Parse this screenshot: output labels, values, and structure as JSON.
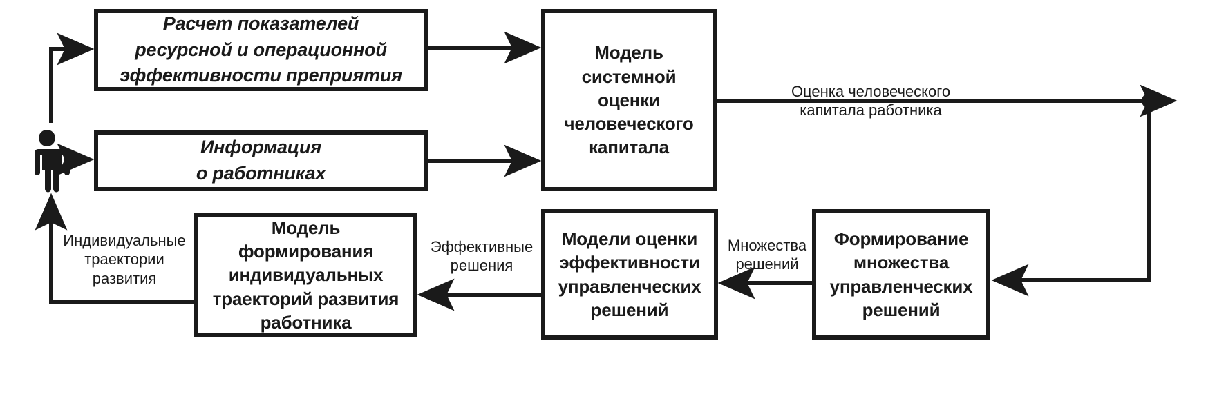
{
  "diagram": {
    "title": "Схема системной оценки человеческого капитала",
    "colors": {
      "stroke": "#1a1a1a",
      "fill": "#ffffff",
      "background": "#ffffff"
    },
    "nodes": [
      {
        "id": "calc-indicators",
        "label": "Расчет показателей\nресурсной и операционной\nэффективности преприятия",
        "style": "bold-italic"
      },
      {
        "id": "worker-info",
        "label": "Информация\nо работниках",
        "style": "bold-italic"
      },
      {
        "id": "system-assessment-model",
        "label": "Модель\nсистемной\nоценки\nчеловеческого\nкапитала",
        "style": "bold-upright"
      },
      {
        "id": "trajectory-model",
        "label": "Модель\nформирования\nиндивидуальных\nтраекторий развития\nработника",
        "style": "bold-upright"
      },
      {
        "id": "decision-efficiency-models",
        "label": "Модели оценки\nэффективности\nуправленческих\nрешений",
        "style": "bold-upright"
      },
      {
        "id": "decision-set-formation",
        "label": "Формирование\nмножества\nуправленческих\nрешений",
        "style": "bold-upright"
      }
    ],
    "edge_labels": [
      {
        "id": "human-capital-assessment",
        "text": "Оценка человеческого\nкапитала работника"
      },
      {
        "id": "decision-sets",
        "text": "Множества\nрешений"
      },
      {
        "id": "effective-decisions",
        "text": "Эффективные\nрешения"
      },
      {
        "id": "individual-trajectories",
        "text": "Индивидуальные\nтраектории\nразвития"
      }
    ],
    "actor": {
      "id": "worker-figure",
      "name": "person-icon"
    }
  }
}
